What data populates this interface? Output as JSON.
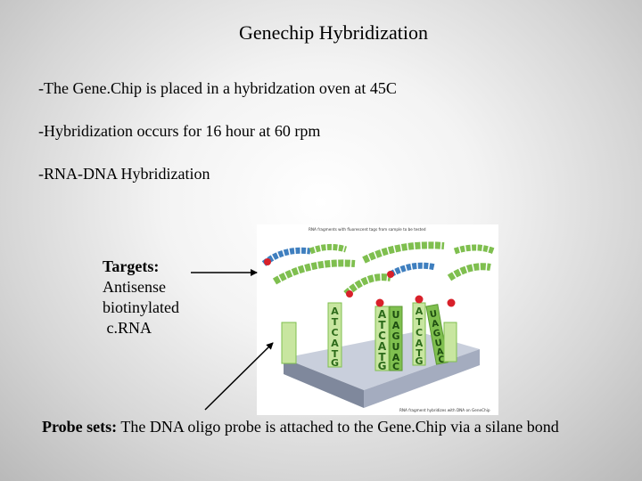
{
  "slide": {
    "title": "Genechip Hybridization",
    "bullets": [
      "-The Gene.Chip is placed in a hybridzation oven at 45C",
      "-Hybridization occurs for 16 hour at 60 rpm",
      "-RNA-DNA Hybridization"
    ],
    "targets": {
      "label": "Targets:",
      "lines": [
        "Antisense",
        "biotinylated",
        " c.RNA"
      ]
    },
    "probes": {
      "label": "Probe sets:",
      "text": " The DNA oligo probe is attached to the Gene.Chip via a silane bond"
    }
  },
  "figure": {
    "caption_top": "RNA fragments with fluorescent tags from sample to be tested",
    "caption_bottom": "RNA fragment hybridizes with DNA on GeneChip",
    "probe_columns": [
      [
        "A",
        "T",
        "C",
        "A",
        "T",
        "G"
      ],
      [
        "A",
        "T",
        "C",
        "A",
        "T",
        "G"
      ],
      [
        "U",
        "A",
        "G",
        "U",
        "A",
        "C"
      ],
      [
        "A",
        "T",
        "C",
        "A",
        "T",
        "G"
      ],
      [
        "U",
        "A",
        "G",
        "U",
        "A",
        "C"
      ]
    ],
    "colors": {
      "green": "#7fbf4f",
      "light_green": "#c8e6a0",
      "blue": "#3f7fbf",
      "red": "#d8202a",
      "platform": "#9aa4b8"
    }
  }
}
